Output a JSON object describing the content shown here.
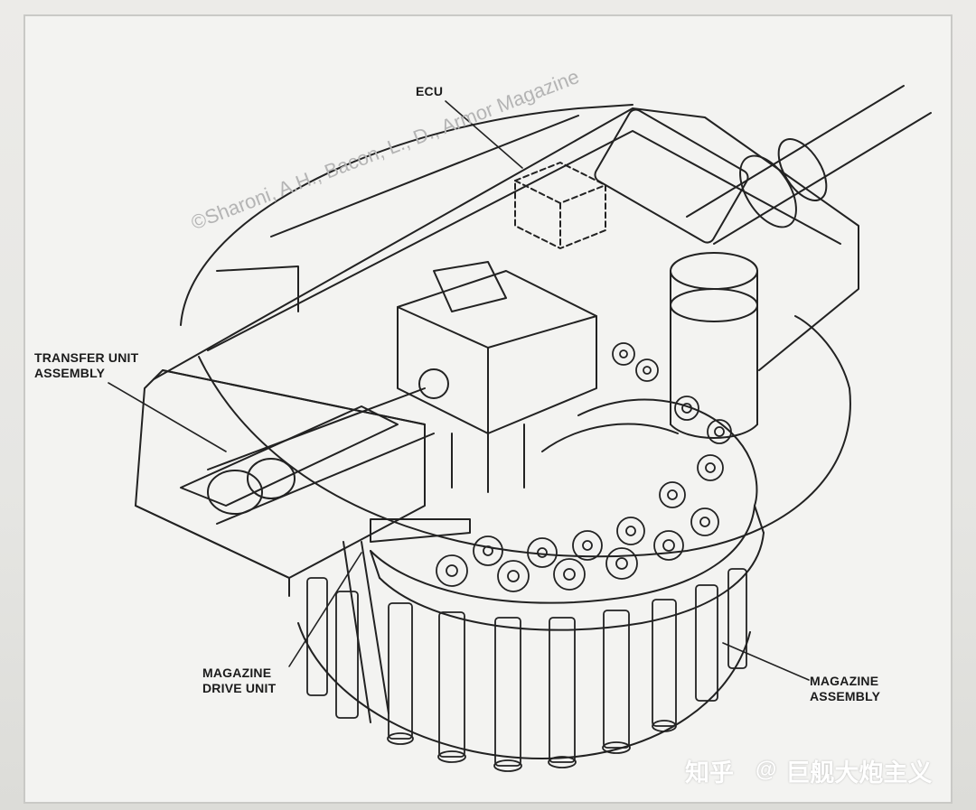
{
  "labels": {
    "ecu": "ECU",
    "transfer_unit_1": "TRANSFER UNIT",
    "transfer_unit_2": "ASSEMBLY",
    "magazine_drive_1": "MAGAZINE",
    "magazine_drive_2": "DRIVE UNIT",
    "magazine_assembly_1": "MAGAZINE",
    "magazine_assembly_2": "ASSEMBLY"
  },
  "watermark": {
    "credit": "©Sharoni, A.H., Bacon, L., D., Armor Magazine",
    "platform": "知乎",
    "at": "@",
    "author": "巨舰大炮主义"
  },
  "colors": {
    "ink": "#1b1b1b",
    "paper": "#f3f3f1",
    "watermark": "#b4b4b4"
  }
}
